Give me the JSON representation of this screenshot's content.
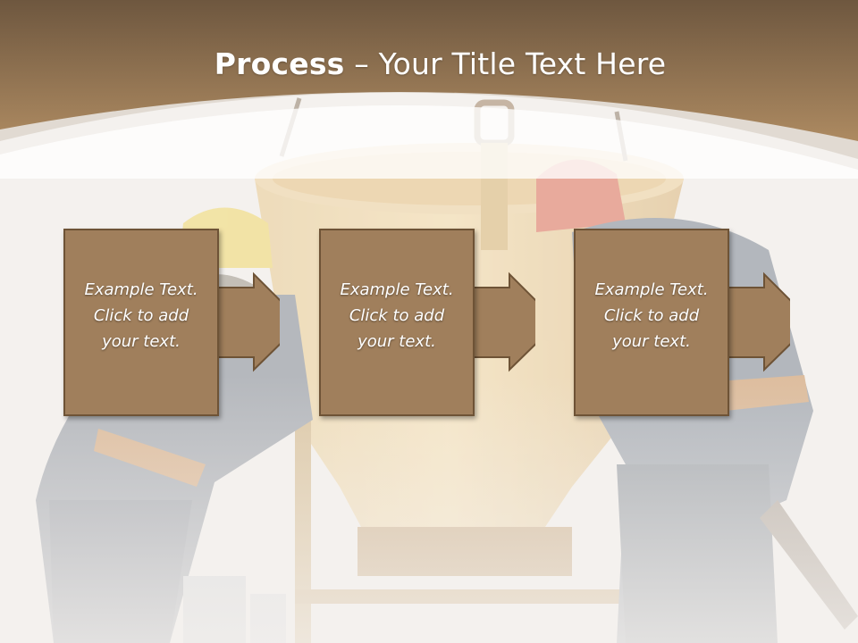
{
  "slide": {
    "title_bold": "Process",
    "title_rest": " – Your Title Text Here",
    "steps": [
      {
        "text": "Example Text.\nClick  to add\nyour text."
      },
      {
        "text": "Example Text.\nClick  to add\nyour text."
      },
      {
        "text": "Example Text.\nClick  to add\nyour text."
      }
    ]
  },
  "colors": {
    "header_top": "#6e573f",
    "header_bottom": "#ad8a61",
    "box_fill": "#a07f5c",
    "box_border": "#6e5336",
    "background": "#f4f1ee"
  }
}
